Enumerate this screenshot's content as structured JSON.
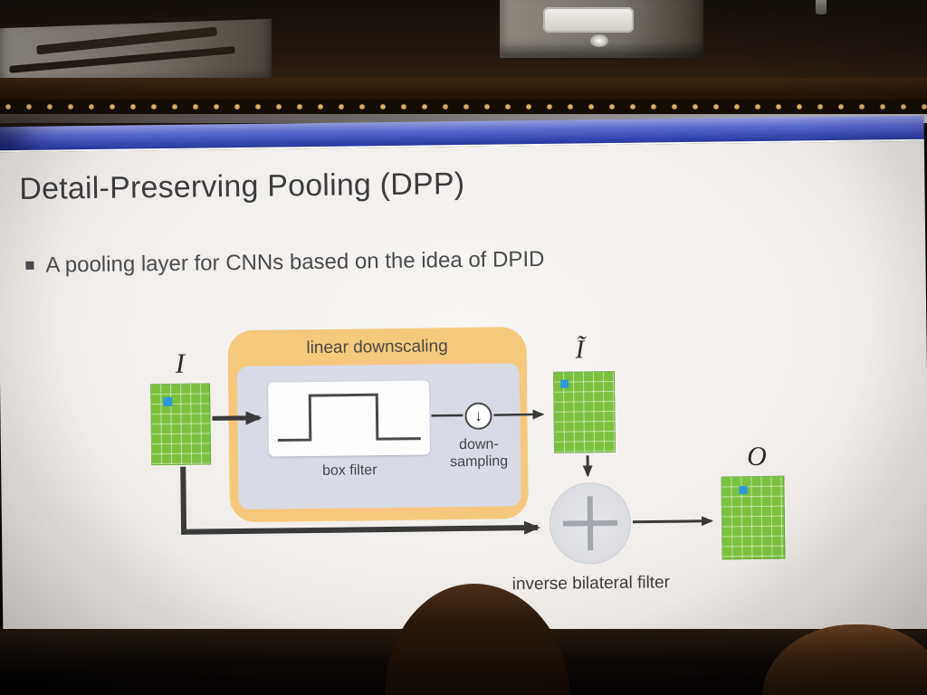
{
  "slide": {
    "title": "Detail-Preserving Pooling (DPP)",
    "bullet": "A pooling layer for CNNs based on the idea of DPID"
  },
  "diagram": {
    "input_label": "I",
    "downscaled_label": "Ĩ",
    "output_label": "O",
    "linear_downscaling_label": "linear downscaling",
    "box_filter_label": "box filter",
    "downsampling_line1": "down-",
    "downsampling_line2": "sampling",
    "inverse_bilateral_filter_label": "inverse bilateral filter"
  },
  "icons": {
    "bullet": "▪",
    "downsampling_arrow": "↓",
    "plus": "+"
  },
  "colors": {
    "grid_green": "#79c13f",
    "pixel_blue": "#2e9ad8",
    "downscaling_box_orange": "#f6c87e",
    "inner_panel_lavender": "#d8dae5",
    "screen_blue_band": "#3644b4",
    "arrow_dark": "#3a3a3a"
  }
}
